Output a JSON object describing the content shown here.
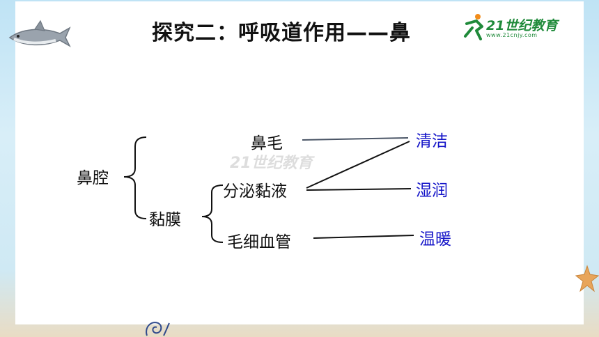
{
  "slide": {
    "title": "探究二：呼吸道作用——鼻",
    "logo_text": "21世纪教育",
    "logo_url": "www.21cnjy.com"
  },
  "diagram": {
    "root": "鼻腔",
    "nodes": {
      "nose_hair": "鼻毛",
      "mucosa": "黏膜",
      "secrete_mucus": "分泌黏液",
      "capillaries": "毛细血管"
    },
    "functions": {
      "clean": "清洁",
      "moisten": "湿润",
      "warm": "温暖"
    }
  },
  "colors": {
    "function_text": "#1414c8",
    "line": "#111111",
    "title": "#111111",
    "background": "#bfe3f5"
  }
}
